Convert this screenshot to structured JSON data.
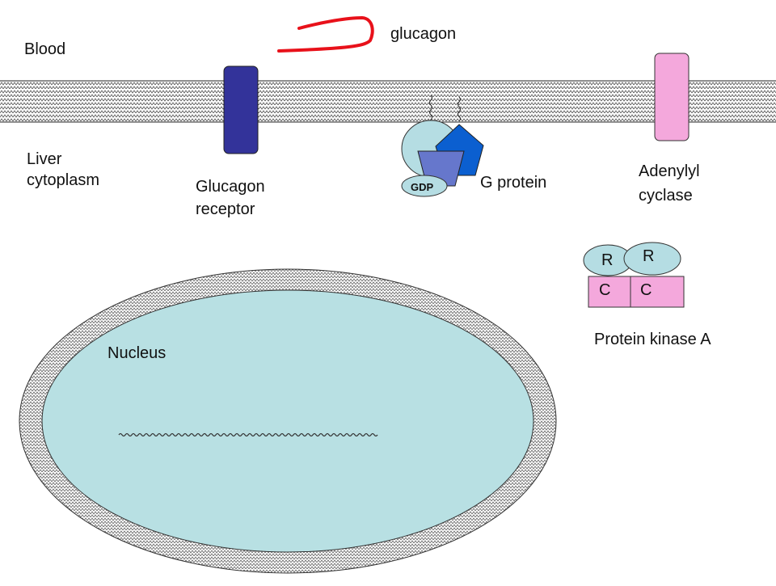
{
  "labels": {
    "blood": "Blood",
    "glucagon": "glucagon",
    "liver_cytoplasm_line1": "Liver",
    "liver_cytoplasm_line2": "cytoplasm",
    "glucagon_receptor_line1": "Glucagon",
    "glucagon_receptor_line2": "receptor",
    "gdp": "GDP",
    "g_protein": "G protein",
    "adenylyl_cyclase_line1": "Adenylyl",
    "adenylyl_cyclase_line2": "cyclase",
    "r1": "R",
    "r2": "R",
    "c1": "C",
    "c2": "C",
    "protein_kinase_a": "Protein kinase A",
    "nucleus": "Nucleus"
  },
  "colors": {
    "receptor": "#33339a",
    "adenylyl_cyclase": "#f4a8dc",
    "g_alpha": "#b5dde3",
    "g_beta": "#0b5fd0",
    "g_gamma": "#6677cc",
    "pka_regulatory": "#b5dde3",
    "pka_catalytic": "#f4a8dc",
    "nucleus_fill": "#b8e0e3",
    "glucagon_stroke": "#e8111a"
  }
}
